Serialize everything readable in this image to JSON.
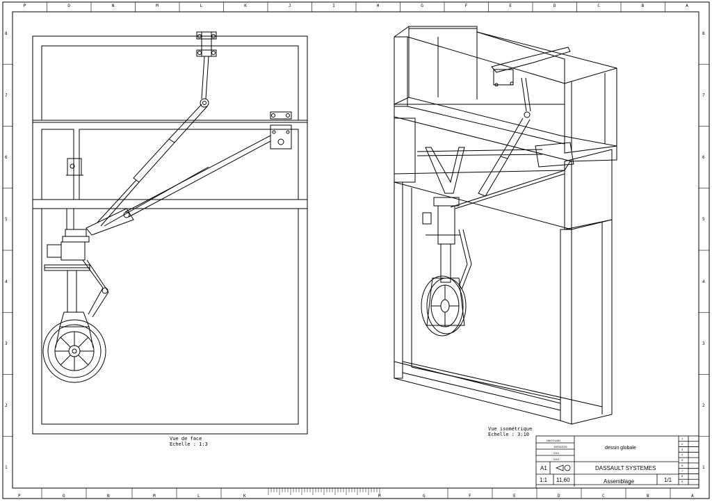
{
  "border": {
    "top_letters": [
      "P",
      "O",
      "N",
      "M",
      "L",
      "K",
      "J",
      "I",
      "H",
      "G",
      "F",
      "E",
      "D",
      "C",
      "B",
      "A"
    ],
    "bottom_letters": [
      "P",
      "O",
      "N",
      "M",
      "L",
      "K",
      "H",
      "G",
      "F",
      "E",
      "D",
      "C",
      "B",
      "A"
    ],
    "left_numbers": [
      "8",
      "7",
      "6",
      "5",
      "4",
      "3",
      "2",
      "1"
    ],
    "right_numbers": [
      "8",
      "7",
      "6",
      "5",
      "4",
      "3",
      "2",
      "1"
    ]
  },
  "views": {
    "front": {
      "title": "Vue de face",
      "scale": "Echelle :  1:3"
    },
    "iso": {
      "title": "Vue isométrique",
      "scale": "Echelle :  3:10"
    }
  },
  "title_block": {
    "author": "HAOYUAN",
    "date": "19/03/2021",
    "checked": "XXX",
    "approved": "XXX",
    "title": "dessin globale",
    "size": "A1",
    "company": "DASSAULT SYSTEMES",
    "scale": "1:1",
    "weight": "11,60",
    "name": "Assemblage",
    "sheet": "1/1",
    "revisions": [
      "1",
      "2",
      "3",
      "4",
      "5",
      "6",
      "7",
      "8",
      "9"
    ],
    "dash": "-"
  }
}
